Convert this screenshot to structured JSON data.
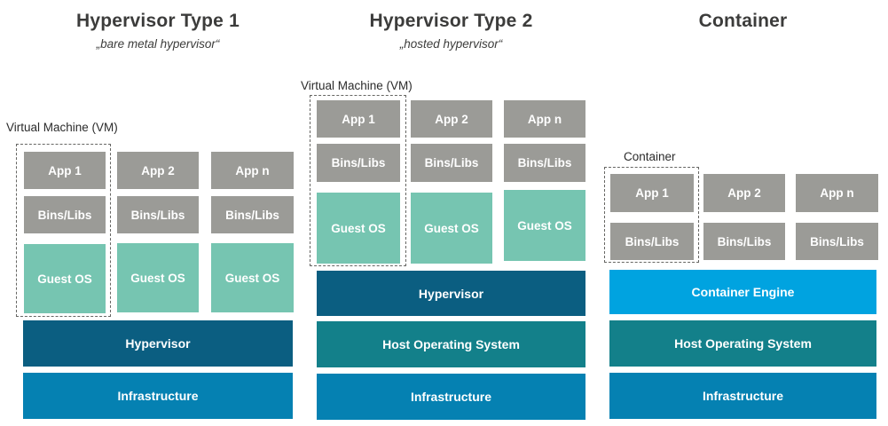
{
  "diagram": {
    "colors": {
      "app_box_gray": "#9b9b97",
      "guest_os_teal": "#76c5b1",
      "hypervisor_dark_blue": "#0b5e81",
      "host_os_teal": "#13808a",
      "infrastructure_blue": "#0581b2",
      "container_engine_cyan": "#00a3e0",
      "title_text": "#3c3c3b",
      "box_text": "#ffffff"
    },
    "columns": [
      {
        "title": "Hypervisor Type 1",
        "subtitle": "„bare metal hypervisor“",
        "group_label": "Virtual Machine (VM)",
        "boxes": {
          "apps": [
            "App 1",
            "App 2",
            "App n"
          ],
          "bins_libs": [
            "Bins/Libs",
            "Bins/Libs",
            "Bins/Libs"
          ],
          "guest_os": [
            "Guest OS",
            "Guest OS",
            "Guest OS"
          ]
        },
        "layers": [
          "Hypervisor",
          "Infrastructure"
        ]
      },
      {
        "title": "Hypervisor Type 2",
        "subtitle": "„hosted hypervisor“",
        "group_label": "Virtual Machine (VM)",
        "boxes": {
          "apps": [
            "App 1",
            "App 2",
            "App n"
          ],
          "bins_libs": [
            "Bins/Libs",
            "Bins/Libs",
            "Bins/Libs"
          ],
          "guest_os": [
            "Guest OS",
            "Guest OS",
            "Guest OS"
          ]
        },
        "layers": [
          "Hypervisor",
          "Host Operating System",
          "Infrastructure"
        ]
      },
      {
        "title": "Container",
        "subtitle": "",
        "group_label": "Container",
        "boxes": {
          "apps": [
            "App 1",
            "App 2",
            "App n"
          ],
          "bins_libs": [
            "Bins/Libs",
            "Bins/Libs",
            "Bins/Libs"
          ]
        },
        "layers": [
          "Container Engine",
          "Host Operating System",
          "Infrastructure"
        ]
      }
    ]
  }
}
